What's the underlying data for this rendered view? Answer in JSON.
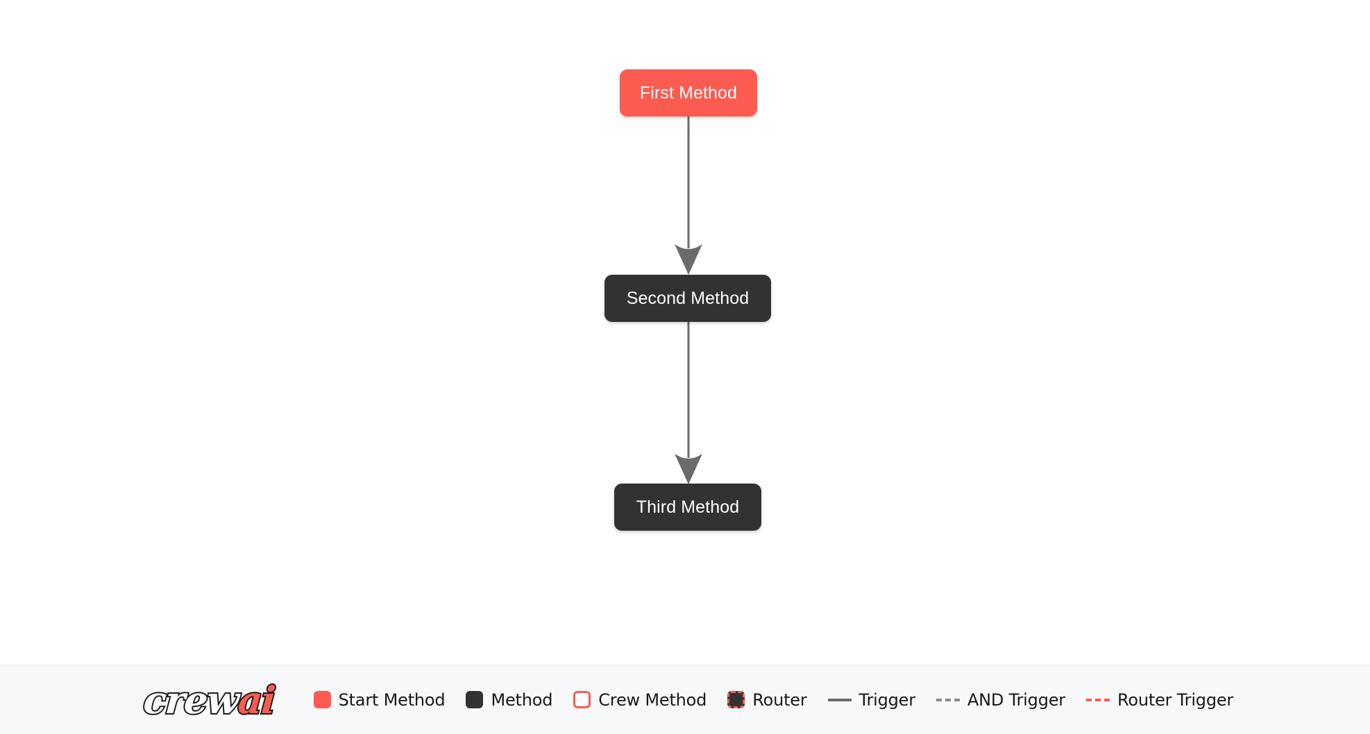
{
  "flow": {
    "nodes": [
      {
        "id": "first",
        "label": "First Method",
        "type": "start-method"
      },
      {
        "id": "second",
        "label": "Second Method",
        "type": "method"
      },
      {
        "id": "third",
        "label": "Third Method",
        "type": "method"
      }
    ],
    "edges": [
      {
        "from": "first",
        "to": "second",
        "style": "trigger"
      },
      {
        "from": "second",
        "to": "third",
        "style": "trigger"
      }
    ]
  },
  "legend": {
    "brand": {
      "name": "crewai",
      "part_white": "crew",
      "part_red": "ai"
    },
    "items": [
      {
        "key": "start-method",
        "label": "Start Method",
        "marker": "square-filled-red"
      },
      {
        "key": "method",
        "label": "Method",
        "marker": "square-filled-dark"
      },
      {
        "key": "crew-method",
        "label": "Crew Method",
        "marker": "square-outline-red"
      },
      {
        "key": "router",
        "label": "Router",
        "marker": "square-dashed-red"
      },
      {
        "key": "trigger",
        "label": "Trigger",
        "marker": "line-solid-gray"
      },
      {
        "key": "and-trigger",
        "label": "AND Trigger",
        "marker": "line-dashed-gray"
      },
      {
        "key": "router-trigger",
        "label": "Router Trigger",
        "marker": "line-dashed-red"
      }
    ]
  },
  "colors": {
    "accent_red": "#FB5B51",
    "node_dark": "#323232",
    "edge_gray": "#6b6b6b",
    "canvas_bg": "#ffffff",
    "legend_bg": "#f7f8fa"
  }
}
